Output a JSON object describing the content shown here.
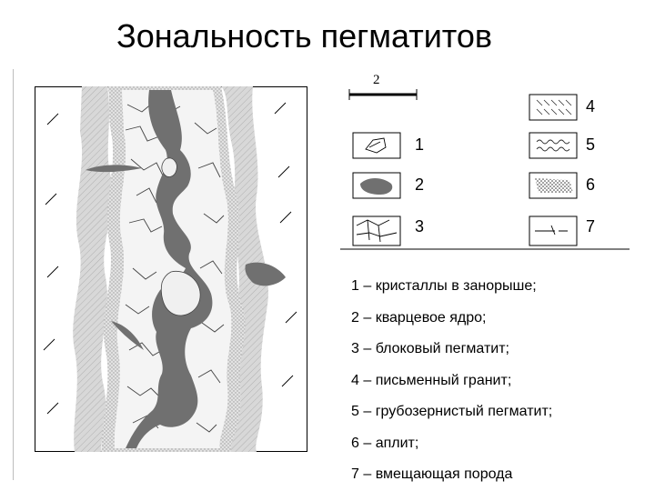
{
  "title": "Зональность пегматитов",
  "legend": {
    "scale_number": "2",
    "items": [
      {
        "num": "1",
        "pattern": "crystal-pocket"
      },
      {
        "num": "2",
        "pattern": "quartz-core"
      },
      {
        "num": "3",
        "pattern": "block-pegmatite"
      },
      {
        "num": "4",
        "pattern": "graphic-granite"
      },
      {
        "num": "5",
        "pattern": "coarse-pegmatite"
      },
      {
        "num": "6",
        "pattern": "aplite"
      },
      {
        "num": "7",
        "pattern": "host-rock"
      }
    ]
  },
  "descriptions": [
    "1 – кристаллы в занорыше;",
    "2 – кварцевое ядро;",
    "3 – блоковый пегматит;",
    "4 – письменный гранит;",
    "5 – грубозернистый пегматит;",
    "6 – аплит;",
    "7 – вмещающая порода"
  ],
  "colors": {
    "core": "#707070",
    "aplite": "#c8c8c8",
    "outer_band": "#dedede",
    "ink": "#000000"
  }
}
